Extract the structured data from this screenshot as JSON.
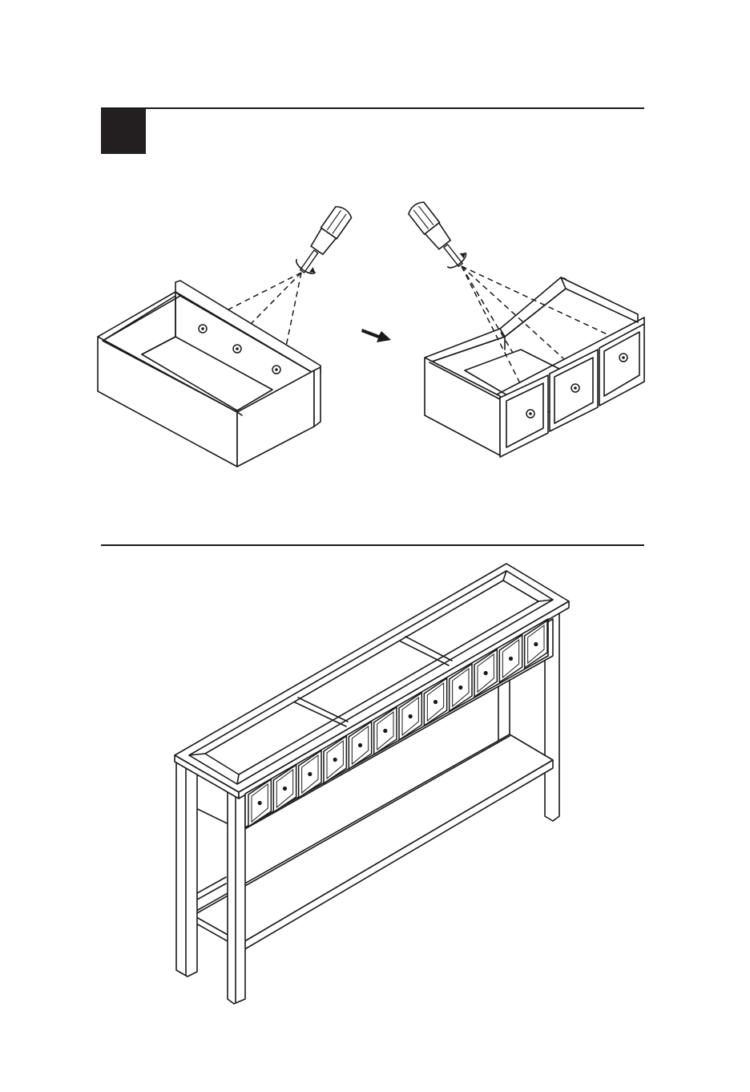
{
  "step": {
    "number": ""
  },
  "illustrations": {
    "drawer_before": "drawer-box-with-screwdriver",
    "arrow": "right-arrow-icon",
    "drawer_after": "drawer-with-three-fronts-attached",
    "table": "console-table-assembled"
  },
  "colors": {
    "ink": "#1a1a1a",
    "step_box": "#231f20",
    "background": "#ffffff"
  }
}
